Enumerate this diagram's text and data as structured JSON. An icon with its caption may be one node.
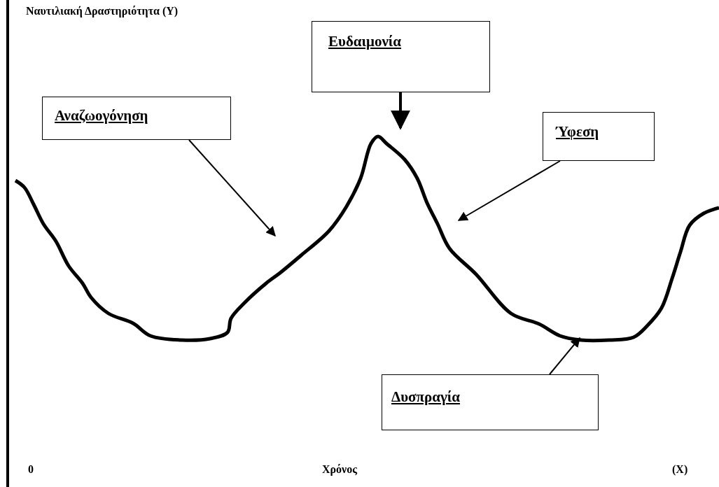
{
  "diagram": {
    "nodes": [
      {
        "text": [
          "Αναζωογόνηση"
        ]
      },
      {
        "text": [
          "Ευδαιμονία"
        ]
      },
      {
        "text": [
          "Ύφεση"
        ]
      },
      {
        "text": [
          "Δυσπραγία"
        ]
      }
    ],
    "edges": [
      {
        "from": 0,
        "to": null,
        "arrow": "to"
      },
      {
        "from": 1,
        "to": null,
        "arrow": "to",
        "style": "thick"
      },
      {
        "from": 2,
        "to": null,
        "arrow": "to"
      },
      {
        "from": 3,
        "to": null,
        "arrow": "to"
      }
    ],
    "labels": [
      "Ναυτιλιακή Δραστηριότητα (Y)",
      "0",
      "Χρόνος",
      "(X)"
    ]
  }
}
